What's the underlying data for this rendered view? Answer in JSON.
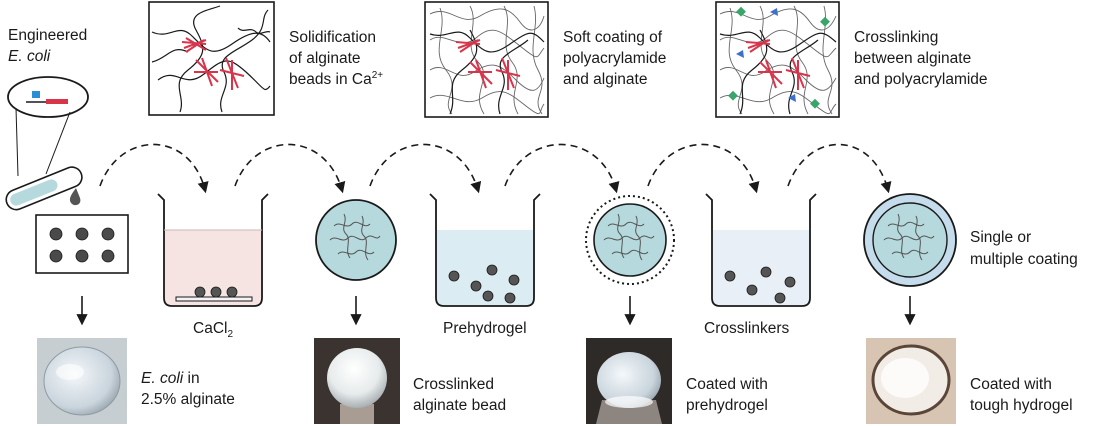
{
  "top_labels": {
    "engineered_line1": "Engineered",
    "engineered_line2": "E. coli",
    "solidification_line1": "Solidification",
    "solidification_line2": "of alginate",
    "solidification_line3_prefix": "beads in Ca",
    "solidification_line3_sup": "2+",
    "soft_coating_line1": "Soft coating of",
    "soft_coating_line2": "polyacrylamide",
    "soft_coating_line3": "and alginate",
    "crosslinking_line1": "Crosslinking",
    "crosslinking_line2": "between alginate",
    "crosslinking_line3": "and polyacrylamide"
  },
  "middle_labels": {
    "cacl2_prefix": "CaCl",
    "cacl2_sub": "2",
    "prehydrogel": "Prehydrogel",
    "crosslinkers": "Crosslinkers",
    "single_line1": "Single or",
    "single_line2": "multiple coating"
  },
  "bottom_labels": {
    "ecoli_italic": "E. coli",
    "ecoli_rest": " in",
    "ecoli_line2": "2.5% alginate",
    "crosslinked_line1": "Crosslinked",
    "crosslinked_line2": "alginate bead",
    "coated_pre_line1": "Coated with",
    "coated_pre_line2": "prehydrogel",
    "coated_tough_line1": "Coated with",
    "coated_tough_line2": "tough hydrogel"
  },
  "colors": {
    "crosslink_red": "#d8344a",
    "cacl2_fill": "#f6e4e3",
    "prehydrogel_fill": "#dcecf3",
    "crosslinker_fill": "#e8eff6",
    "bead_fill": "#b5d9dc",
    "coating_blue": "#c5dced",
    "marker_green": "#3aa56b",
    "marker_blue": "#3d6fcf"
  }
}
